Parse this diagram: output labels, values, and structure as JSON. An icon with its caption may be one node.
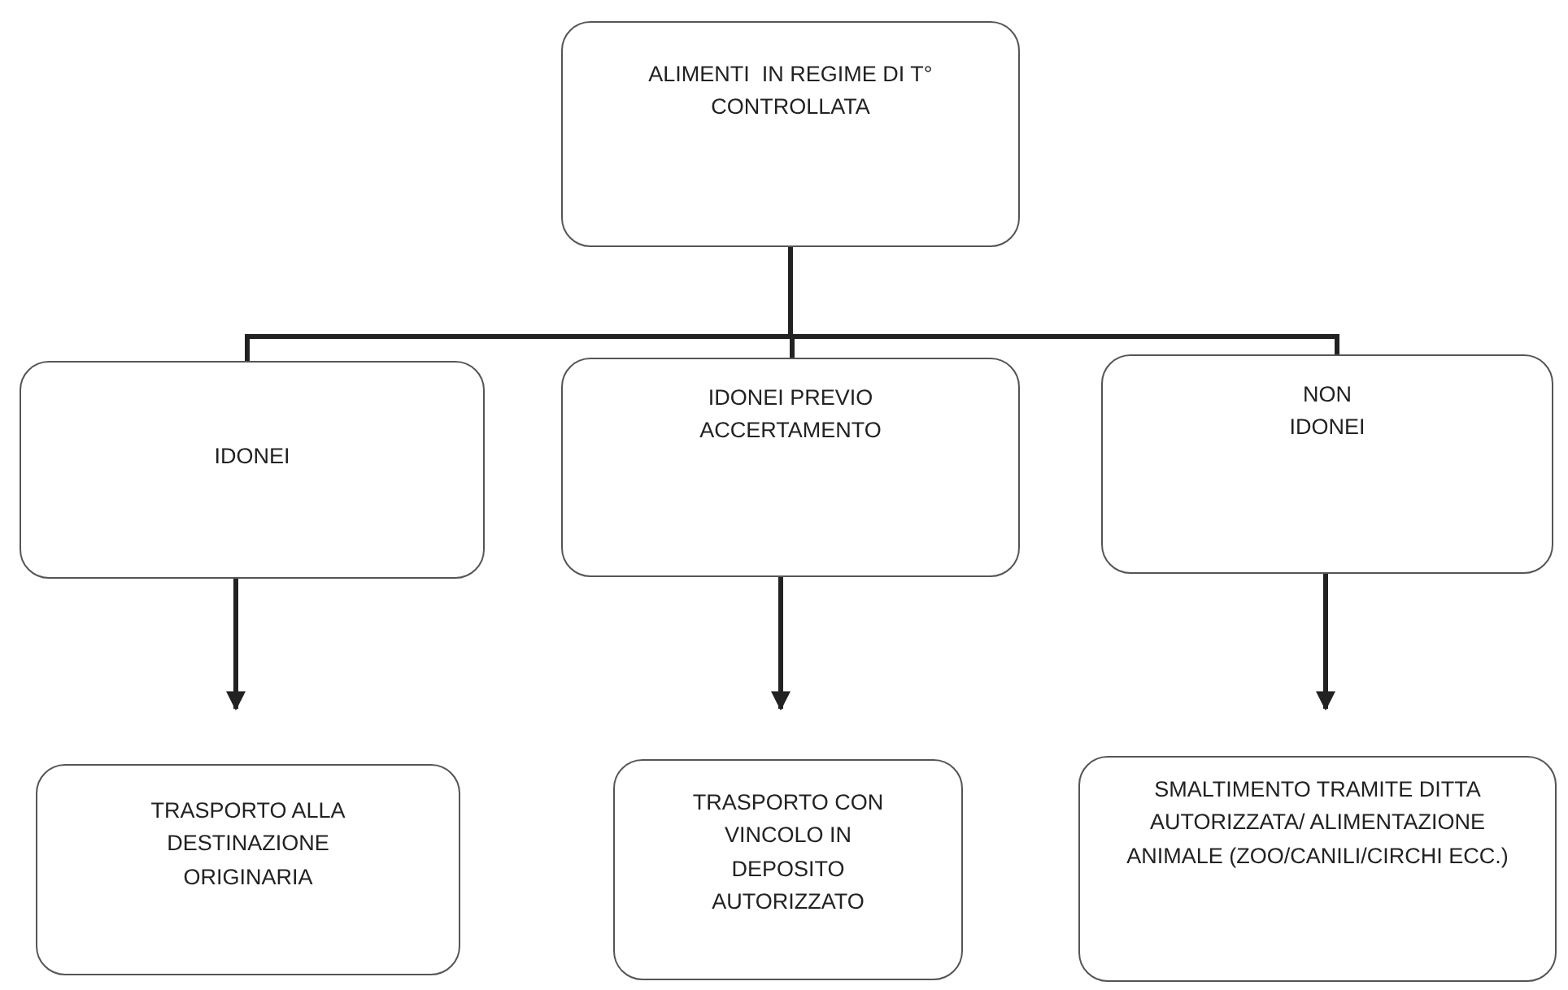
{
  "diagram": {
    "nodes": [
      {
        "text": [
          "ALIMENTI  IN REGIME DI T° CONTROLLATA"
        ]
      },
      {
        "text": [
          "IDONEI"
        ]
      },
      {
        "text": [
          "IDONEI PREVIO  ACCERTAMENTO"
        ]
      },
      {
        "text": [
          "NON IDONEI"
        ]
      },
      {
        "text": [
          "TRASPORTO ALLA DESTINAZIONE ORIGINARIA"
        ]
      },
      {
        "text": [
          "TRASPORTO CON VINCOLO IN DEPOSITO AUTORIZZATO"
        ]
      },
      {
        "text": [
          "SMALTIMENTO TRAMITE DITTA AUTORIZZATA/ ALIMENTAZIONE ANIMALE (ZOO/CANILI/CIRCHI ECC.)"
        ]
      }
    ],
    "edges": [
      {
        "from": 0,
        "to": 1,
        "arrow": "none"
      },
      {
        "from": 0,
        "to": 2,
        "arrow": "none"
      },
      {
        "from": 0,
        "to": 3,
        "arrow": "none"
      },
      {
        "from": 1,
        "to": 4,
        "arrow": "to"
      },
      {
        "from": 2,
        "to": 5,
        "arrow": "to"
      },
      {
        "from": 3,
        "to": 6,
        "arrow": "to"
      }
    ]
  }
}
